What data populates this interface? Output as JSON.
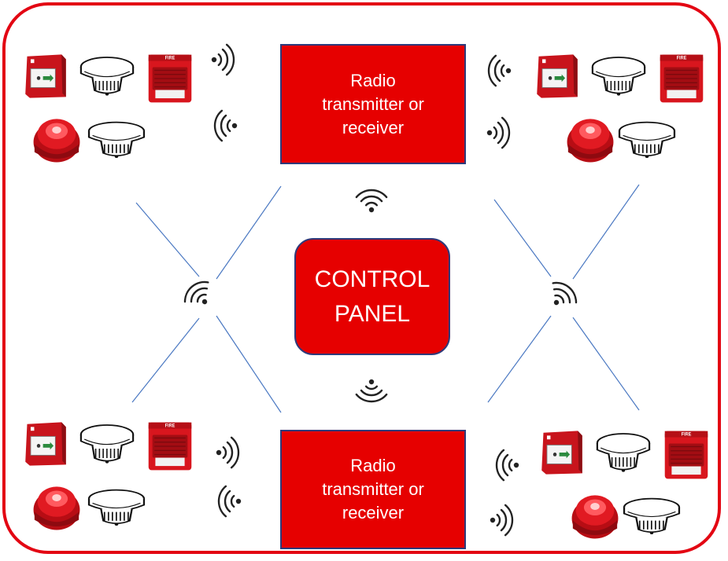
{
  "control_panel": {
    "line1": "CONTROL",
    "line2": "PANEL"
  },
  "radio_units": [
    {
      "line1": "Radio",
      "line2": "transmitter or",
      "line3": "receiver"
    },
    {
      "line1": "Radio",
      "line2": "transmitter or",
      "line3": "receiver"
    }
  ],
  "device_types": [
    "call-point-icon",
    "smoke-detector-icon",
    "fire-sounder-icon",
    "beacon-icon",
    "heat-detector-icon"
  ],
  "sounder_label": "FIRE",
  "colors": {
    "frame": "#e30613",
    "box_fill": "#e60000",
    "box_border": "#2f3a7a",
    "link_line": "#4a78c2",
    "signal": "#222222"
  }
}
